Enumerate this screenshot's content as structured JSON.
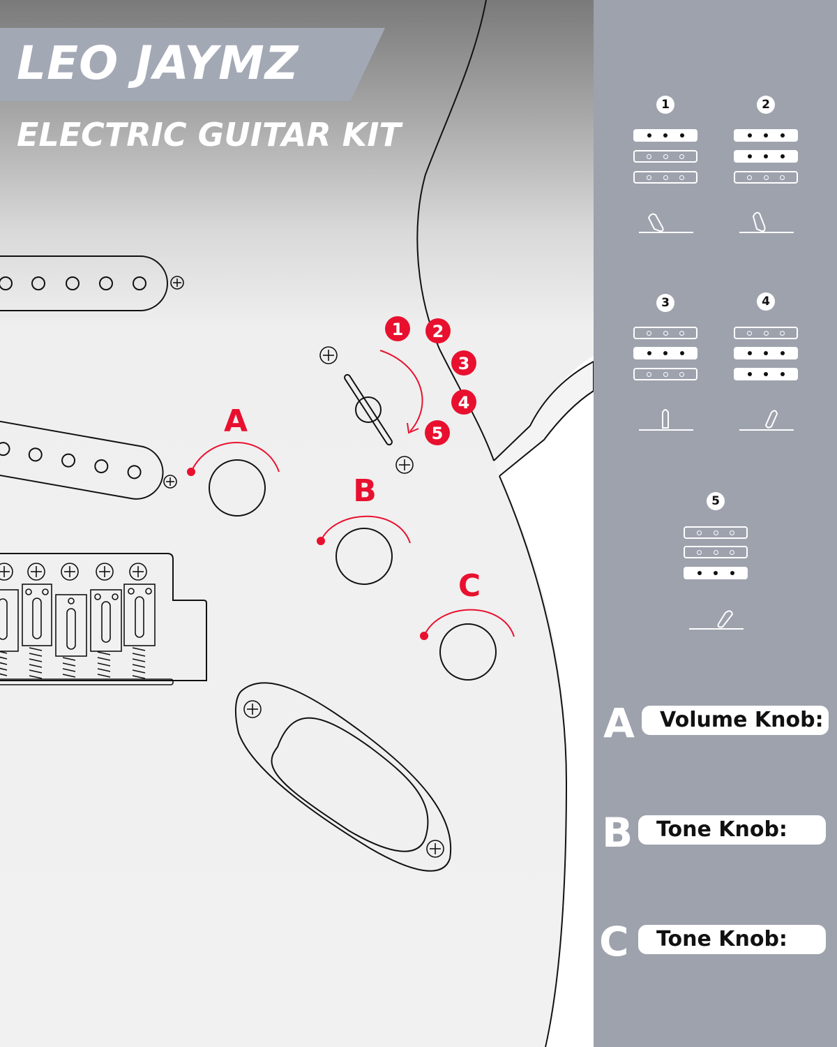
{
  "banner": {
    "brand": "LEO JAYMZ",
    "product": "ELECTRIC GUITAR KIT"
  },
  "diagram": {
    "knob_labels": [
      "A",
      "B",
      "C"
    ],
    "switch_positions": [
      "1",
      "2",
      "3",
      "4",
      "5"
    ]
  },
  "legend": {
    "switch_positions": [
      {
        "number": "1",
        "active_coils": [
          "neck"
        ],
        "lever": "neck"
      },
      {
        "number": "2",
        "active_coils": [
          "neck",
          "middle"
        ],
        "lever": "neck-middle"
      },
      {
        "number": "3",
        "active_coils": [
          "middle"
        ],
        "lever": "middle"
      },
      {
        "number": "4",
        "active_coils": [
          "middle",
          "bridge"
        ],
        "lever": "middle-bridge"
      },
      {
        "number": "5",
        "active_coils": [
          "bridge"
        ],
        "lever": "bridge"
      }
    ],
    "knobs": [
      {
        "letter": "A",
        "label": "Volume Knob:"
      },
      {
        "letter": "B",
        "label": "Tone Knob:"
      },
      {
        "letter": "C",
        "label": "Tone Knob:"
      }
    ]
  },
  "colors": {
    "accent_red": "#e8102e",
    "panel_gray": "#9ea2ad",
    "banner_blue_gray": "#a3a8b5"
  }
}
